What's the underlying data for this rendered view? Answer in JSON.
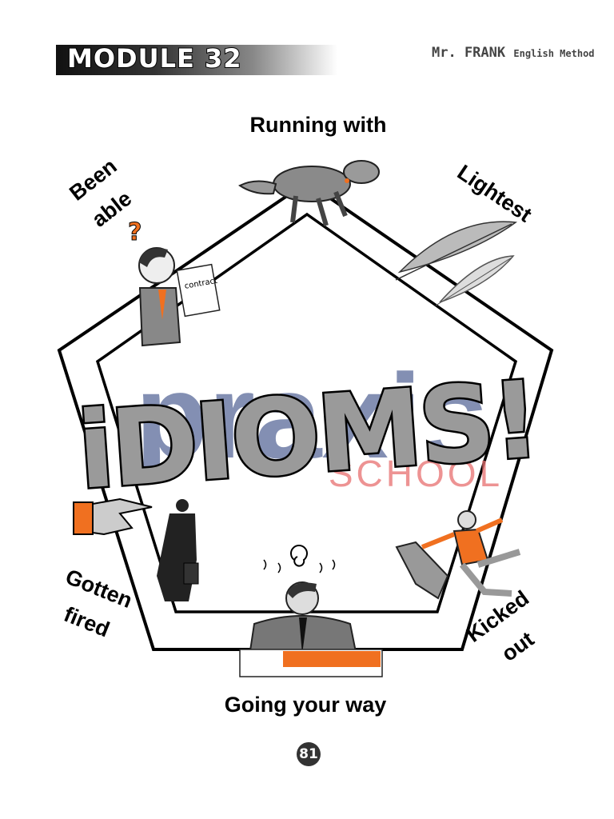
{
  "header": {
    "module_title": "MODULE 32",
    "brand_name": "Mr. FRANK",
    "brand_subtitle": "English Method"
  },
  "center_title": "iDIOMS!",
  "watermark": {
    "line1": "praxis",
    "line2": "SCHOOL"
  },
  "idioms": {
    "top": "Running with",
    "top_left_line1": "Been",
    "top_left_line2": "able",
    "top_right": "Lightest",
    "bottom_left_line1": "Gotten",
    "bottom_left_line2": "fired",
    "bottom_right_line1": "Kicked",
    "bottom_right_line2": "out",
    "bottom": "Going your way"
  },
  "illustrations": {
    "question_mark": "?",
    "contract_text": "contract"
  },
  "page_number": "81",
  "colors": {
    "accent": "#f07020",
    "watermark_blue": "#5a6a9a",
    "watermark_red": "#e87070"
  }
}
